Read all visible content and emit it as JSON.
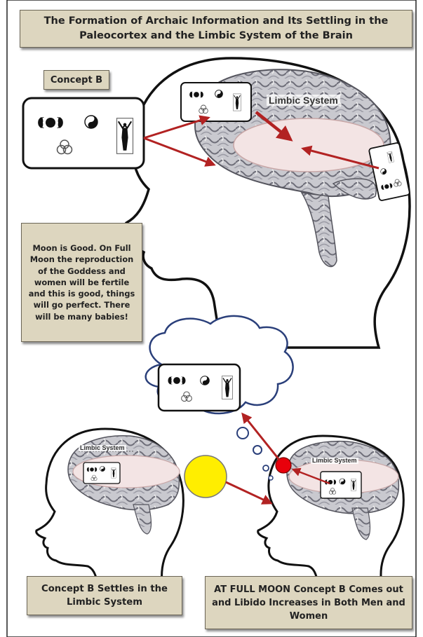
{
  "title": "The Formation of Archaic Information and Its Settling in the Paleocortex and the Limbic System of the Brain",
  "concept_label": "Concept B",
  "limbic_label": "Limbic System",
  "moon_text": "Moon is Good. On Full Moon the reproduction of the Goddess and women will be fertile and this is good, things will go perfect. There will be many babies!",
  "settle_label": "Concept B Settles in the Limbic System",
  "fullmoon_label": "AT FULL  MOON  Concept B Comes out  and Libido Increases in Both Men and Women",
  "colors": {
    "label_bg": "#ddd6bf",
    "arrow": "#b22222",
    "limbic_oval": "#f3e4e4",
    "full_moon": "#ffee00",
    "libido_spot": "#e8000b",
    "thought_cloud": "#2a3f7a"
  },
  "icons": [
    "triple-moon-icon",
    "yin-yang-icon",
    "triquetra-icon",
    "goddess-figure-icon"
  ]
}
